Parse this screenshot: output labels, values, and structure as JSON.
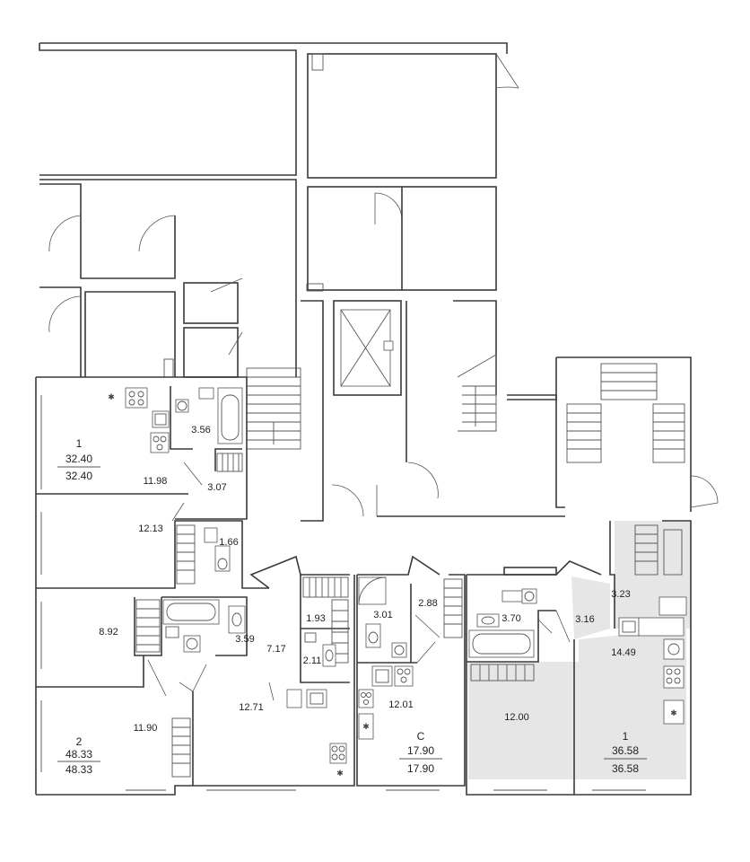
{
  "apartments": [
    {
      "id": "apt-1-left",
      "number": "1",
      "area_total": "32.40",
      "area_living": "32.40"
    },
    {
      "id": "apt-2-left",
      "number": "2",
      "area_total": "48.33",
      "area_living": "48.33"
    },
    {
      "id": "apt-c",
      "number": "С",
      "area_total": "17.90",
      "area_living": "17.90"
    },
    {
      "id": "apt-1-right",
      "number": "1",
      "area_total": "36.58",
      "area_living": "36.58"
    }
  ],
  "rooms": [
    {
      "id": "r-11-98",
      "area": "11.98"
    },
    {
      "id": "r-3-56",
      "area": "3.56"
    },
    {
      "id": "r-3-07",
      "area": "3.07"
    },
    {
      "id": "r-12-13",
      "area": "12.13"
    },
    {
      "id": "r-1-66",
      "area": "1.66"
    },
    {
      "id": "r-8-92",
      "area": "8.92"
    },
    {
      "id": "r-3-59",
      "area": "3.59"
    },
    {
      "id": "r-7-17",
      "area": "7.17"
    },
    {
      "id": "r-1-93",
      "area": "1.93"
    },
    {
      "id": "r-2-11",
      "area": "2.11"
    },
    {
      "id": "r-12-71",
      "area": "12.71"
    },
    {
      "id": "r-11-90",
      "area": "11.90"
    },
    {
      "id": "r-3-01",
      "area": "3.01"
    },
    {
      "id": "r-2-88",
      "area": "2.88"
    },
    {
      "id": "r-12-01",
      "area": "12.01"
    },
    {
      "id": "r-3-70",
      "area": "3.70"
    },
    {
      "id": "r-3-16",
      "area": "3.16"
    },
    {
      "id": "r-3-23",
      "area": "3.23"
    },
    {
      "id": "r-14-49",
      "area": "14.49"
    },
    {
      "id": "r-12-00",
      "area": "12.00"
    }
  ],
  "colors": {
    "wall": "#3a3a3a",
    "highlight": "#e6e6e6",
    "background": "#ffffff"
  },
  "icons": [
    "stove-icon",
    "sink-icon",
    "toilet-icon",
    "bathtub-icon",
    "shower-icon",
    "washer-icon",
    "fridge-icon",
    "elevator-icon",
    "stairs-icon"
  ]
}
